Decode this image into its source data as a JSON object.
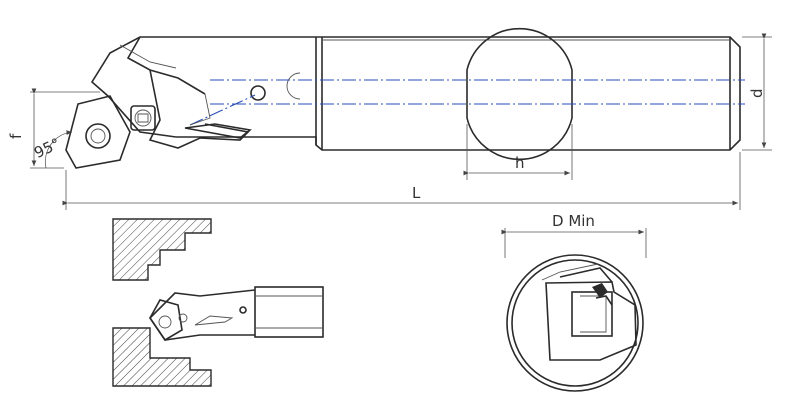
{
  "labels": {
    "L": "L",
    "h": "h",
    "d": "d",
    "f": "f",
    "angle": "95°",
    "d_min": "D Min"
  }
}
